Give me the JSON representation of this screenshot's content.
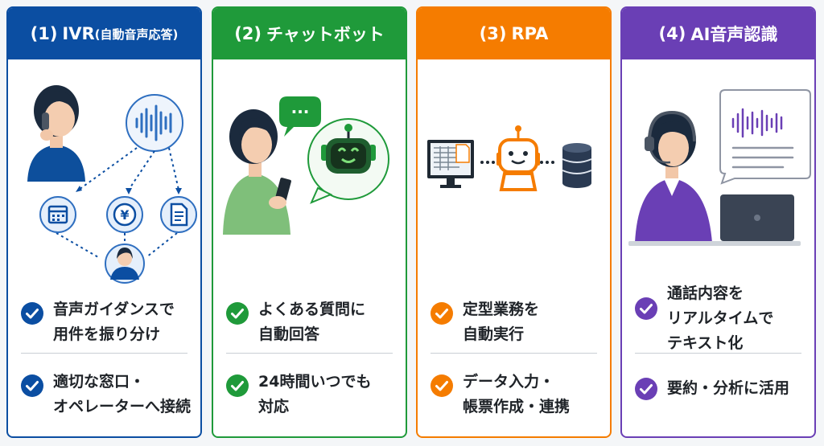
{
  "cards": [
    {
      "num": "(1)",
      "title": "IVR",
      "sub": "(自動音声応答)",
      "color": "#0b4ea2",
      "features": [
        {
          "lines": [
            "音声ガイダンスで",
            "用件を振り分け"
          ]
        },
        {
          "lines": [
            "適切な窓口・",
            "オペレーターへ接続"
          ]
        }
      ],
      "yen": "¥"
    },
    {
      "num": "(2)",
      "title": "チャットボット",
      "sub": "",
      "color": "#1f9a3a",
      "features": [
        {
          "lines": [
            "よくある質問に",
            "自動回答"
          ]
        },
        {
          "lines": [
            "24時間いつでも",
            "対応"
          ]
        }
      ],
      "bubble": "···"
    },
    {
      "num": "(3)",
      "title": "RPA",
      "sub": "",
      "color": "#f57c00",
      "features": [
        {
          "lines": [
            "定型業務を",
            "自動実行"
          ]
        },
        {
          "lines": [
            "データ入力・",
            "帳票作成・連携"
          ]
        }
      ]
    },
    {
      "num": "(4)",
      "title": "AI音声認識",
      "sub": "",
      "color": "#6a3fb5",
      "features": [
        {
          "lines": [
            "通話内容を",
            "リアルタイムで",
            "テキスト化"
          ]
        },
        {
          "lines": [
            "要約・分析に活用"
          ]
        }
      ]
    }
  ]
}
